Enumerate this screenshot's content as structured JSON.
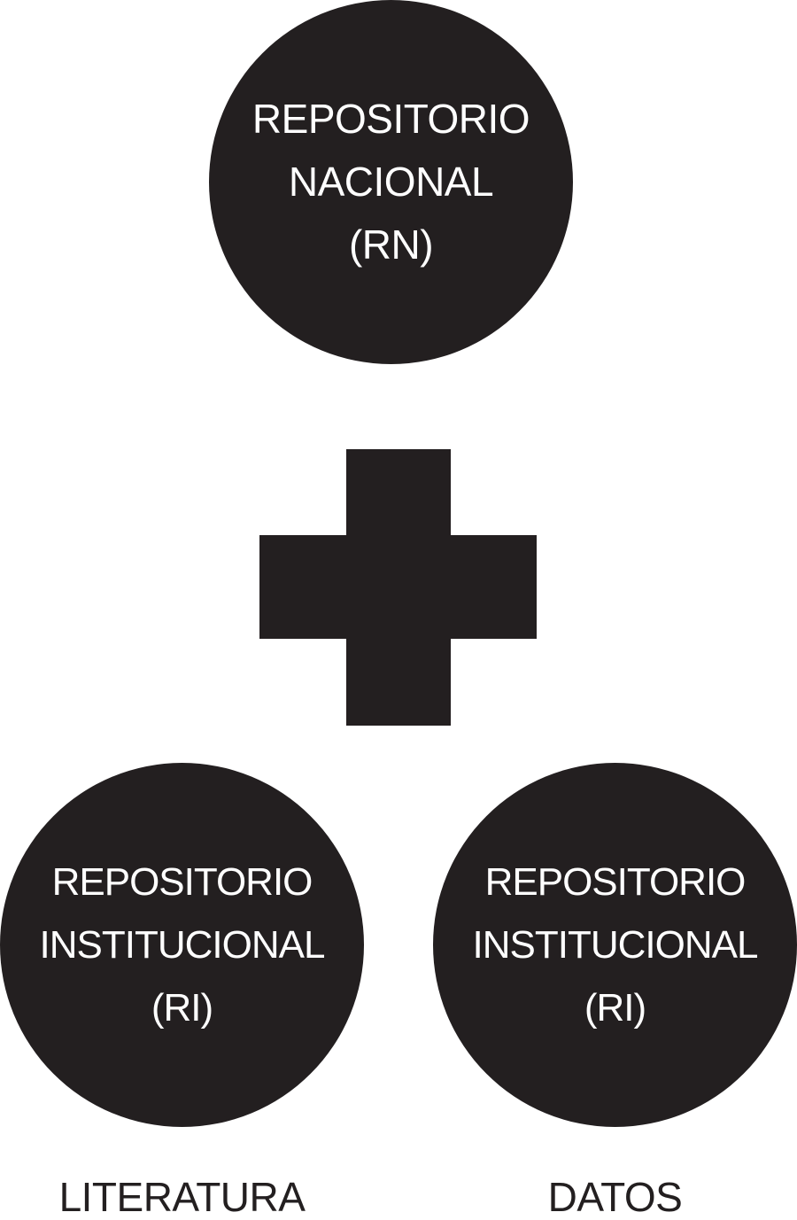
{
  "colors": {
    "shape_fill": "#231f20",
    "text_on_shape": "#ffffff",
    "caption_text": "#231f20",
    "background": "#ffffff"
  },
  "top_node": {
    "lines": [
      "REPOSITORIO",
      "NACIONAL",
      "(RN)"
    ]
  },
  "operator": {
    "icon": "plus-icon"
  },
  "left_node": {
    "lines": [
      "REPOSITORIO",
      "INSTITUCIONAL",
      "(RI)"
    ],
    "caption": "LITERATURA"
  },
  "right_node": {
    "lines": [
      "REPOSITORIO",
      "INSTITUCIONAL",
      "(RI)"
    ],
    "caption": "DATOS"
  }
}
